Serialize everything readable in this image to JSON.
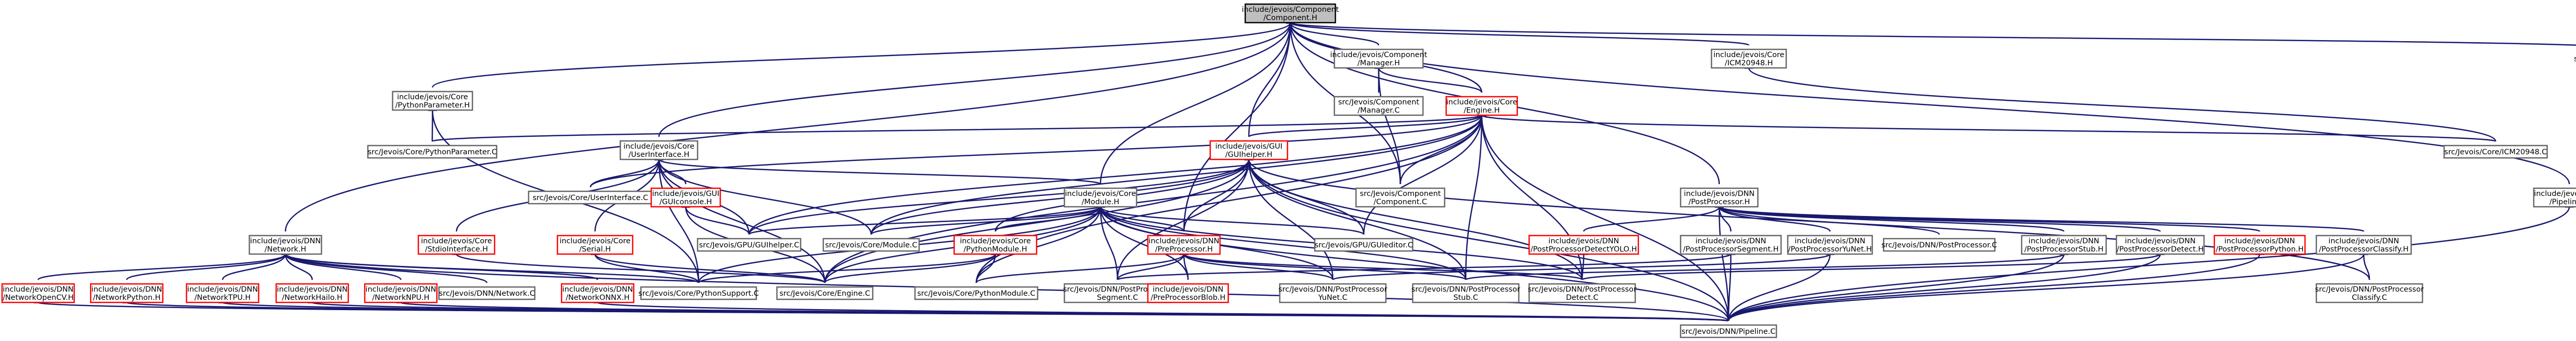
{
  "title": "include/jevois/Component/Component.H",
  "colors": {
    "edge": "#191970",
    "node_border": "#666666",
    "red_border": "#ff0000",
    "root_fill": "#bfbfbf"
  },
  "nodes": [
    {
      "id": "root",
      "lines": [
        "include/jevois/Component",
        "/Component.H"
      ],
      "root": true
    },
    {
      "id": "pyparamH",
      "lines": [
        "include/jevois/Core",
        "/PythonParameter.H"
      ]
    },
    {
      "id": "compMgrH",
      "lines": [
        "include/jevois/Component",
        "/Manager.H"
      ]
    },
    {
      "id": "icm20948H",
      "lines": [
        "include/jevois/Core",
        "/ICM20948.H"
      ]
    },
    {
      "id": "chatbox",
      "lines": [
        "src/Jevois/GPU/ChatBox.C"
      ]
    },
    {
      "id": "compMgrC",
      "lines": [
        "src/Jevois/Component",
        "/Manager.C"
      ]
    },
    {
      "id": "engineH",
      "lines": [
        "include/jevois/Core",
        "/Engine.H"
      ],
      "red": true
    },
    {
      "id": "pyparamC",
      "lines": [
        "src/Jevois/Core/PythonParameter.C"
      ]
    },
    {
      "id": "userifH",
      "lines": [
        "include/jevois/Core",
        "/UserInterface.H"
      ]
    },
    {
      "id": "icm20948C",
      "lines": [
        "src/Jevois/Core/ICM20948.C"
      ]
    },
    {
      "id": "guihelperH",
      "lines": [
        "include/jevois/GUI",
        "/GUIhelper.H"
      ],
      "red": true
    },
    {
      "id": "userifC",
      "lines": [
        "src/Jevois/Core/UserInterface.C"
      ]
    },
    {
      "id": "guiconsoleH",
      "lines": [
        "include/jevois/GUI",
        "/GUIconsole.H"
      ],
      "red": true
    },
    {
      "id": "moduleH",
      "lines": [
        "include/jevois/Core",
        "/Module.H"
      ]
    },
    {
      "id": "componentC",
      "lines": [
        "src/Jevois/Component",
        "/Component.C"
      ]
    },
    {
      "id": "postprocH",
      "lines": [
        "include/jevois/DNN",
        "/PostProcessor.H"
      ]
    },
    {
      "id": "pipelineH",
      "lines": [
        "include/jevois/DNN",
        "/Pipeline.H"
      ]
    },
    {
      "id": "networkH",
      "lines": [
        "include/jevois/DNN",
        "/Network.H"
      ]
    },
    {
      "id": "stdinifH",
      "lines": [
        "include/jevois/Core",
        "/StdioInterface.H"
      ],
      "red": true
    },
    {
      "id": "serialH",
      "lines": [
        "include/jevois/Core",
        "/Serial.H"
      ],
      "red": true
    },
    {
      "id": "guihelperC",
      "lines": [
        "src/Jevois/GPU/GUIhelper.C"
      ]
    },
    {
      "id": "moduleC",
      "lines": [
        "src/Jevois/Core/Module.C"
      ]
    },
    {
      "id": "pymoduleH",
      "lines": [
        "include/jevois/Core",
        "/PythonModule.H"
      ],
      "red": true
    },
    {
      "id": "preprocH",
      "lines": [
        "include/jevois/DNN",
        "/PreProcessor.H"
      ],
      "red": true
    },
    {
      "id": "guieditorC",
      "lines": [
        "src/Jevois/GPU/GUIeditor.C"
      ]
    },
    {
      "id": "ppyoloH",
      "lines": [
        "include/jevois/DNN",
        "/PostProcessorDetectYOLO.H"
      ],
      "red": true
    },
    {
      "id": "ppsegH",
      "lines": [
        "include/jevois/DNN",
        "/PostProcessorSegment.H"
      ]
    },
    {
      "id": "ppyunetH",
      "lines": [
        "include/jevois/DNN",
        "/PostProcessorYuNet.H"
      ]
    },
    {
      "id": "postprocC",
      "lines": [
        "src/Jevois/DNN/PostProcessor.C"
      ]
    },
    {
      "id": "ppstubH",
      "lines": [
        "include/jevois/DNN",
        "/PostProcessorStub.H"
      ]
    },
    {
      "id": "ppdetectH",
      "lines": [
        "include/jevois/DNN",
        "/PostProcessorDetect.H"
      ]
    },
    {
      "id": "pppythonH",
      "lines": [
        "include/jevois/DNN",
        "/PostProcessorPython.H"
      ],
      "red": true
    },
    {
      "id": "ppclassifyH",
      "lines": [
        "include/jevois/DNN",
        "/PostProcessorClassify.H"
      ]
    },
    {
      "id": "netopencvH",
      "lines": [
        "include/jevois/DNN",
        "/NetworkOpenCV.H"
      ],
      "red": true
    },
    {
      "id": "netpythonH",
      "lines": [
        "include/jevois/DNN",
        "/NetworkPython.H"
      ],
      "red": true
    },
    {
      "id": "nettpuH",
      "lines": [
        "include/jevois/DNN",
        "/NetworkTPU.H"
      ],
      "red": true
    },
    {
      "id": "nethailoH",
      "lines": [
        "include/jevois/DNN",
        "/NetworkHailo.H"
      ],
      "red": true
    },
    {
      "id": "netnpuH",
      "lines": [
        "include/jevois/DNN",
        "/NetworkNPU.H"
      ],
      "red": true
    },
    {
      "id": "networkC",
      "lines": [
        "src/Jevois/DNN/Network.C"
      ]
    },
    {
      "id": "netonnxH",
      "lines": [
        "include/jevois/DNN",
        "/NetworkONNX.H"
      ],
      "red": true
    },
    {
      "id": "pysupportC",
      "lines": [
        "src/Jevois/Core/PythonSupport.C"
      ]
    },
    {
      "id": "engineC",
      "lines": [
        "src/Jevois/Core/Engine.C"
      ]
    },
    {
      "id": "pymoduleC",
      "lines": [
        "src/Jevois/Core/PythonModule.C"
      ]
    },
    {
      "id": "ppsegC",
      "lines": [
        "src/Jevois/DNN/PostProcessor",
        "Segment.C"
      ]
    },
    {
      "id": "preprocstubH",
      "lines": [
        "include/jevois/DNN",
        "/PreProcessorBlob.H"
      ],
      "red": true
    },
    {
      "id": "ppyunetC",
      "lines": [
        "src/Jevois/DNN/PostProcessor",
        "YuNet.C"
      ]
    },
    {
      "id": "ppstubC",
      "lines": [
        "src/Jevois/DNN/PostProcessor",
        "Stub.C"
      ]
    },
    {
      "id": "ppdetectC",
      "lines": [
        "src/Jevois/DNN/PostProcessor",
        "Detect.C"
      ]
    },
    {
      "id": "ppclassifyC",
      "lines": [
        "src/Jevois/DNN/PostProcessor",
        "Classify.C"
      ]
    },
    {
      "id": "pipelineC",
      "lines": [
        "src/Jevois/DNN/Pipeline.C"
      ]
    }
  ],
  "edges": [
    [
      "root",
      "pyparamH"
    ],
    [
      "root",
      "compMgrH"
    ],
    [
      "root",
      "icm20948H"
    ],
    [
      "root",
      "chatbox"
    ],
    [
      "root",
      "userifH"
    ],
    [
      "root",
      "guihelperH"
    ],
    [
      "root",
      "moduleH"
    ],
    [
      "root",
      "componentC"
    ],
    [
      "root",
      "pipelineH"
    ],
    [
      "root",
      "networkH"
    ],
    [
      "root",
      "preprocH"
    ],
    [
      "root",
      "postprocH"
    ],
    [
      "root",
      "engineH"
    ],
    [
      "pyparamH",
      "pyparamC"
    ],
    [
      "pyparamH",
      "pysupportC"
    ],
    [
      "compMgrH",
      "compMgrC"
    ],
    [
      "compMgrH",
      "engineH"
    ],
    [
      "compMgrH",
      "componentC"
    ],
    [
      "icm20948H",
      "icm20948C"
    ],
    [
      "engineH",
      "pyparamC"
    ],
    [
      "engineH",
      "userifC"
    ],
    [
      "engineH",
      "guihelperH"
    ],
    [
      "engineH",
      "componentC"
    ],
    [
      "engineH",
      "guihelperC"
    ],
    [
      "engineH",
      "moduleC"
    ],
    [
      "engineH",
      "engineC"
    ],
    [
      "engineH",
      "guieditorC"
    ],
    [
      "engineH",
      "icm20948C"
    ],
    [
      "engineH",
      "pipelineC"
    ],
    [
      "engineH",
      "ppstubC"
    ],
    [
      "engineH",
      "ppdetectC"
    ],
    [
      "engineH",
      "pymoduleC"
    ],
    [
      "userifH",
      "userifC"
    ],
    [
      "userifH",
      "guiconsoleH"
    ],
    [
      "userifH",
      "stdinifH"
    ],
    [
      "userifH",
      "serialH"
    ],
    [
      "userifH",
      "moduleH"
    ],
    [
      "userifH",
      "engineC"
    ],
    [
      "userifH",
      "pysupportC"
    ],
    [
      "userifH",
      "moduleC"
    ],
    [
      "userifH",
      "guihelperC"
    ],
    [
      "guihelperH",
      "guihelperC"
    ],
    [
      "guihelperH",
      "guieditorC"
    ],
    [
      "guihelperH",
      "moduleC"
    ],
    [
      "guihelperH",
      "engineC"
    ],
    [
      "guihelperH",
      "pipelineC"
    ],
    [
      "guihelperH",
      "ppsegC"
    ],
    [
      "guihelperH",
      "ppyunetC"
    ],
    [
      "guihelperH",
      "ppstubC"
    ],
    [
      "guihelperH",
      "ppdetectC"
    ],
    [
      "guihelperH",
      "ppclassifyC"
    ],
    [
      "guihelperH",
      "preprocH"
    ],
    [
      "guihelperH",
      "pymoduleH"
    ],
    [
      "guiconsoleH",
      "guihelperC"
    ],
    [
      "guiconsoleH",
      "engineC"
    ],
    [
      "moduleH",
      "moduleC"
    ],
    [
      "moduleH",
      "pymoduleH"
    ],
    [
      "moduleH",
      "pymoduleC"
    ],
    [
      "moduleH",
      "engineC"
    ],
    [
      "moduleH",
      "pysupportC"
    ],
    [
      "moduleH",
      "guihelperC"
    ],
    [
      "moduleH",
      "preprocH"
    ],
    [
      "moduleH",
      "ppsegC"
    ],
    [
      "moduleH",
      "preprocstubH"
    ],
    [
      "moduleH",
      "ppyunetC"
    ],
    [
      "moduleH",
      "ppstubC"
    ],
    [
      "moduleH",
      "ppdetectC"
    ],
    [
      "moduleH",
      "pipelineC"
    ],
    [
      "moduleH",
      "guieditorC"
    ],
    [
      "postprocH",
      "ppyoloH"
    ],
    [
      "postprocH",
      "ppsegH"
    ],
    [
      "postprocH",
      "ppyunetH"
    ],
    [
      "postprocH",
      "postprocC"
    ],
    [
      "postprocH",
      "ppstubH"
    ],
    [
      "postprocH",
      "ppdetectH"
    ],
    [
      "postprocH",
      "pppythonH"
    ],
    [
      "postprocH",
      "ppclassifyH"
    ],
    [
      "postprocH",
      "pipelineC"
    ],
    [
      "pipelineH",
      "pipelineC"
    ],
    [
      "networkH",
      "netopencvH"
    ],
    [
      "networkH",
      "netpythonH"
    ],
    [
      "networkH",
      "nettpuH"
    ],
    [
      "networkH",
      "nethailoH"
    ],
    [
      "networkH",
      "netnpuH"
    ],
    [
      "networkH",
      "networkC"
    ],
    [
      "networkH",
      "netonnxH"
    ],
    [
      "networkH",
      "pysupportC"
    ],
    [
      "networkH",
      "pipelineC"
    ],
    [
      "stdinifH",
      "engineC"
    ],
    [
      "serialH",
      "engineC"
    ],
    [
      "serialH",
      "pysupportC"
    ],
    [
      "pymoduleH",
      "pymoduleC"
    ],
    [
      "pymoduleH",
      "engineC"
    ],
    [
      "pymoduleH",
      "pysupportC"
    ],
    [
      "preprocH",
      "preprocstubH"
    ],
    [
      "preprocH",
      "ppsegC"
    ],
    [
      "preprocH",
      "ppyunetC"
    ],
    [
      "preprocH",
      "ppstubC"
    ],
    [
      "preprocH",
      "ppdetectC"
    ],
    [
      "preprocH",
      "pymoduleC"
    ],
    [
      "ppyoloH",
      "ppdetectC"
    ],
    [
      "ppsegH",
      "ppsegC"
    ],
    [
      "ppsegH",
      "pipelineC"
    ],
    [
      "ppyunetH",
      "ppyunetC"
    ],
    [
      "ppyunetH",
      "pipelineC"
    ],
    [
      "ppstubH",
      "ppstubC"
    ],
    [
      "ppstubH",
      "pipelineC"
    ],
    [
      "ppdetectH",
      "ppdetectC"
    ],
    [
      "ppdetectH",
      "pipelineC"
    ],
    [
      "pppythonH",
      "pipelineC"
    ],
    [
      "ppclassifyH",
      "ppclassifyC"
    ],
    [
      "ppclassifyH",
      "pipelineC"
    ],
    [
      "netopencvH",
      "pipelineC"
    ],
    [
      "netpythonH",
      "pipelineC"
    ],
    [
      "nettpuH",
      "pipelineC"
    ],
    [
      "nethailoH",
      "pipelineC"
    ],
    [
      "netnpuH",
      "pipelineC"
    ],
    [
      "netonnxH",
      "pipelineC"
    ]
  ]
}
